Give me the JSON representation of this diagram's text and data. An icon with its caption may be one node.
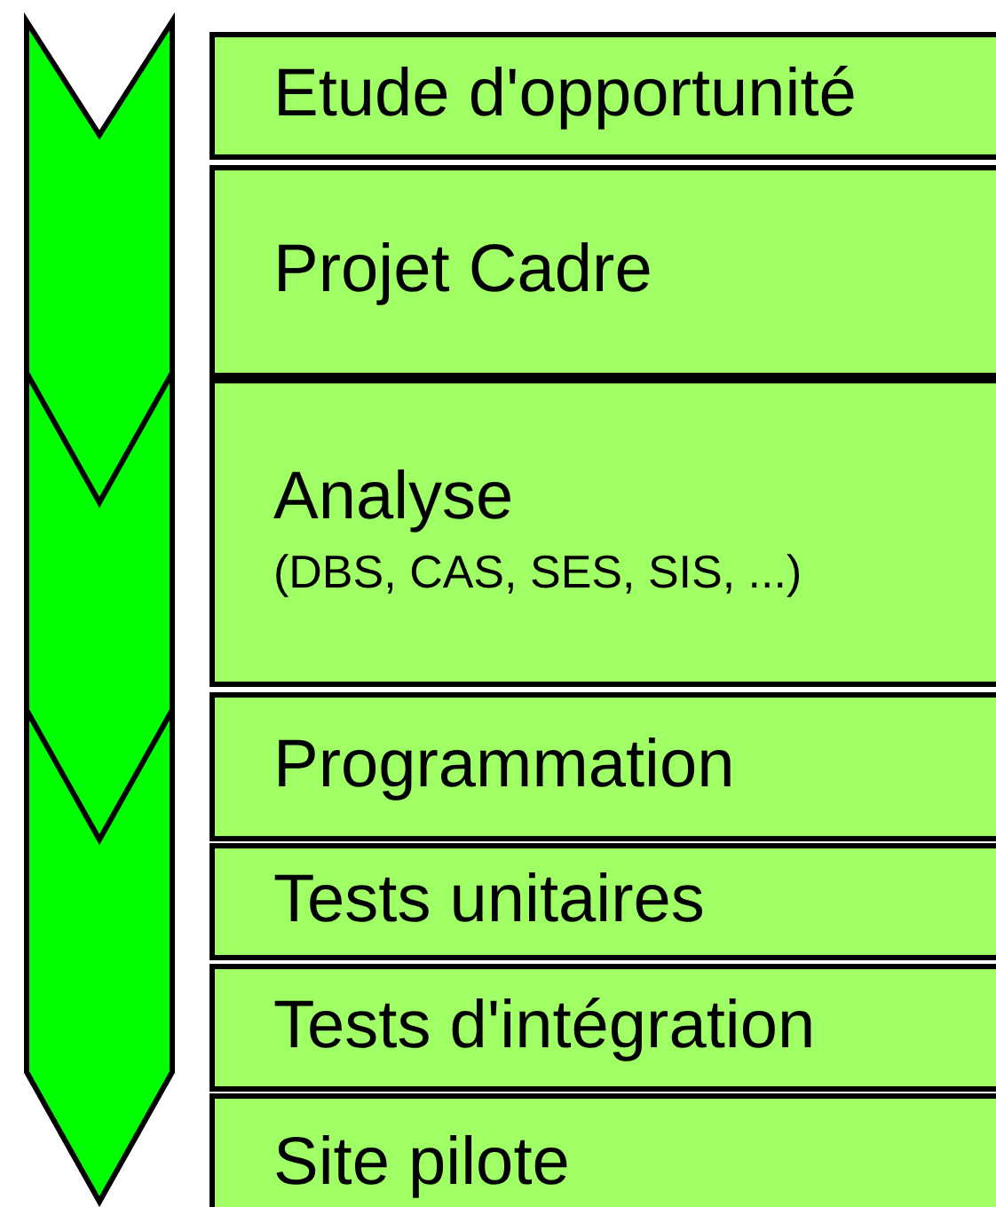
{
  "diagram": {
    "nodes": [
      {
        "text": [
          "Etude d'opportunité"
        ]
      },
      {
        "text": [
          "Projet Cadre"
        ]
      },
      {
        "text": [
          "Analyse",
          "(DBS, CAS, SES, SIS, ...)"
        ]
      },
      {
        "text": [
          "Programmation"
        ]
      },
      {
        "text": [
          "Tests unitaires"
        ]
      },
      {
        "text": [
          "Tests d'intégration"
        ]
      },
      {
        "text": [
          "Site pilote"
        ]
      }
    ]
  }
}
